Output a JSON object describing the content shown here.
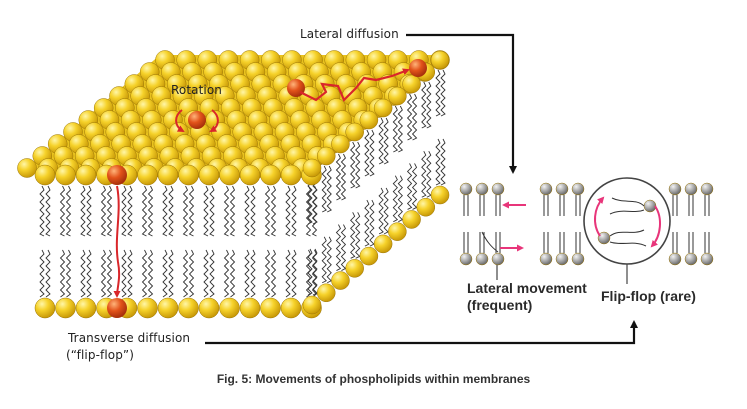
{
  "labels": {
    "lateral_diffusion": "Lateral diffusion",
    "rotation": "Rotation",
    "transverse_diffusion_1": "Transverse diffusion",
    "transverse_diffusion_2": "(“flip-flop”)",
    "lateral_movement_1": "Lateral movement",
    "lateral_movement_2": "(frequent)",
    "flip_flop": "Flip-flop (rare)"
  },
  "caption": "Fig. 5: Movements of  phospholipids within membranes",
  "colors": {
    "head_yellow": "#f3c91a",
    "head_highlight": "#fff27a",
    "head_orange": "#e2531a",
    "arrow_red": "#d9262a",
    "arrow_pink": "#e8357a",
    "tail": "#333333",
    "connector": "#111111",
    "grey_head": "#9a9a9a"
  }
}
